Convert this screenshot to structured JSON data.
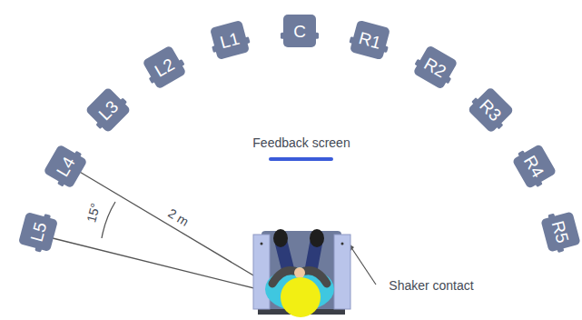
{
  "diagram": {
    "nodes": [
      {
        "text": [
          "L5"
        ]
      },
      {
        "text": [
          "L4"
        ]
      },
      {
        "text": [
          "L3"
        ]
      },
      {
        "text": [
          "L2"
        ]
      },
      {
        "text": [
          "L1"
        ]
      },
      {
        "text": [
          "C"
        ]
      },
      {
        "text": [
          "R1"
        ]
      },
      {
        "text": [
          "R2"
        ]
      },
      {
        "text": [
          "R3"
        ]
      },
      {
        "text": [
          "R4"
        ]
      },
      {
        "text": [
          "R5"
        ]
      }
    ],
    "labels": [
      "Feedback screen",
      "15°",
      "2 m",
      "Shaker contact"
    ]
  }
}
